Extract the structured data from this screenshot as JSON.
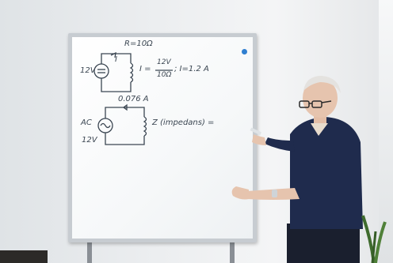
{
  "board": {
    "resistance": "R=10Ω",
    "current_symbol": "I",
    "dc_voltage": "12V",
    "ohm_law": "I = ",
    "ohm_num": "12V",
    "ohm_den": "10Ω",
    "ohm_result": "; I=1.2 A",
    "ac_current": "0.076 A",
    "ac_label": "AC",
    "ac_voltage": "12V",
    "impedance": "Z (impedans) ="
  },
  "colors": {
    "marker": "#3b4652",
    "board": "#ffffff",
    "shirt": "#1f2b4d"
  }
}
